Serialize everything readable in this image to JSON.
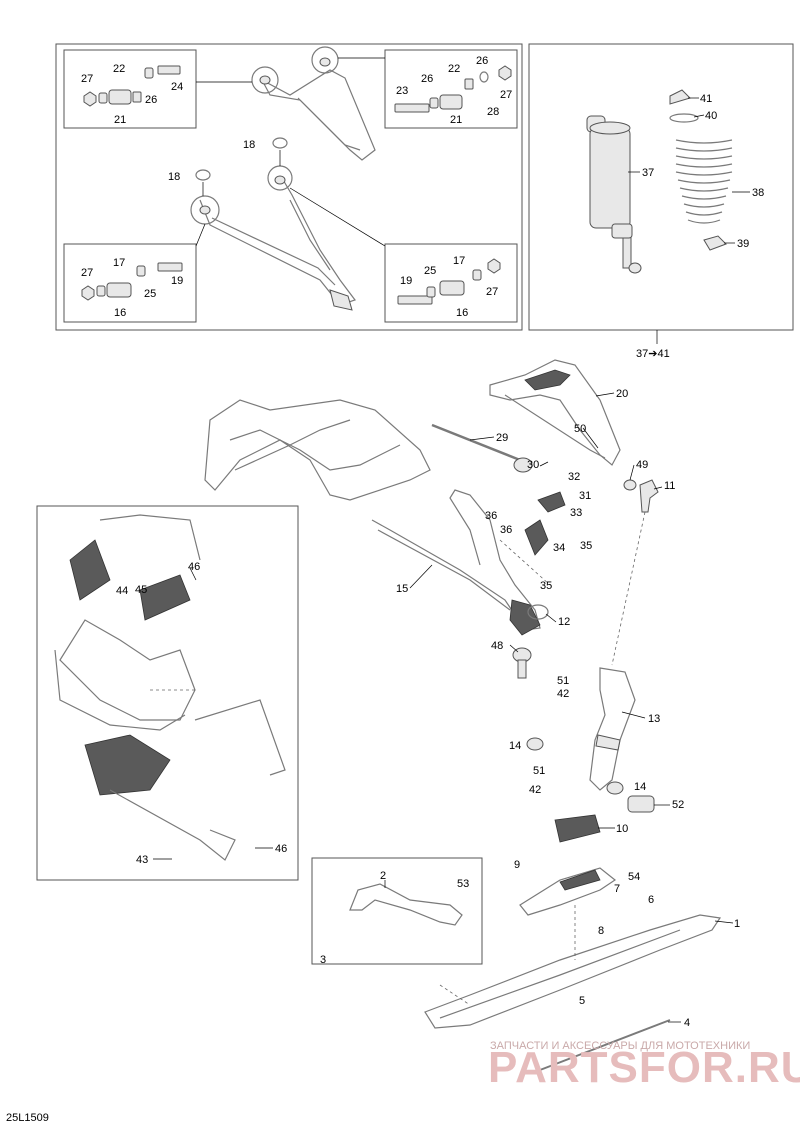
{
  "diagram_code": "25L1509",
  "watermark": {
    "caption": "ЗАПЧАСТИ И АКСЕССУАРЫ ДЛЯ МОТОТЕХНИКИ",
    "brand": "PARTSFOR.RU"
  },
  "callouts": {
    "c1": "1",
    "c2": "2",
    "c3": "3",
    "c4": "4",
    "c5": "5",
    "c6": "6",
    "c7": "7",
    "c8": "8",
    "c9": "9",
    "c10": "10",
    "c11": "11",
    "c12": "12",
    "c13": "13",
    "c14a": "14",
    "c14b": "14",
    "c15": "15",
    "c16a": "16",
    "c16b": "16",
    "c17a": "17",
    "c17b": "17",
    "c18a": "18",
    "c18b": "18",
    "c19a": "19",
    "c19b": "19",
    "c20": "20",
    "c21a": "21",
    "c21b": "21",
    "c22a": "22",
    "c22b": "22",
    "c23": "23",
    "c24": "24",
    "c25a": "25",
    "c25b": "25",
    "c26a": "26",
    "c26b": "26",
    "c26c": "26",
    "c27a": "27",
    "c27b": "27",
    "c27c": "27",
    "c27d": "27",
    "c28": "28",
    "c29": "29",
    "c30": "30",
    "c31": "31",
    "c32": "32",
    "c33": "33",
    "c34": "34",
    "c35a": "35",
    "c35b": "35",
    "c36a": "36",
    "c36b": "36",
    "c37": "37",
    "c38": "38",
    "c39": "39",
    "c40": "40",
    "c41": "41",
    "c37to41": "37➔41",
    "c42a": "42",
    "c42b": "42",
    "c43": "43",
    "c44": "44",
    "c45": "45",
    "c46a": "46",
    "c46b": "46",
    "c48": "48",
    "c49": "49",
    "c50": "50",
    "c51a": "51",
    "c51b": "51",
    "c52": "52",
    "c53": "53",
    "c54": "54"
  }
}
